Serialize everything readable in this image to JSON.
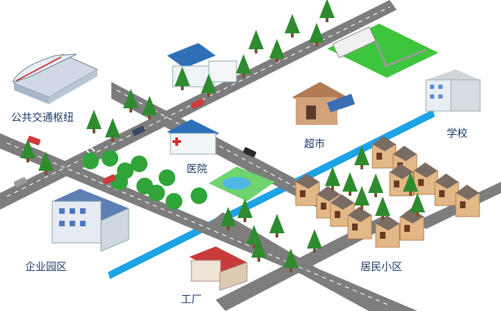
{
  "labels": {
    "transport_hub": "公共交通枢纽",
    "hospital": "医院",
    "supermarket": "超市",
    "school": "学校",
    "enterprise_park": "企业园区",
    "residential": "居民小区",
    "factory": "工厂"
  },
  "colors": {
    "road": "#7d7d7d",
    "river": "#1fa3e8",
    "grass": "#3ec53e",
    "tree": "#2e8b2e",
    "roof_blue": "#2f6fb8",
    "roof_red": "#c83a3a",
    "house_wall": "#e3b887"
  }
}
